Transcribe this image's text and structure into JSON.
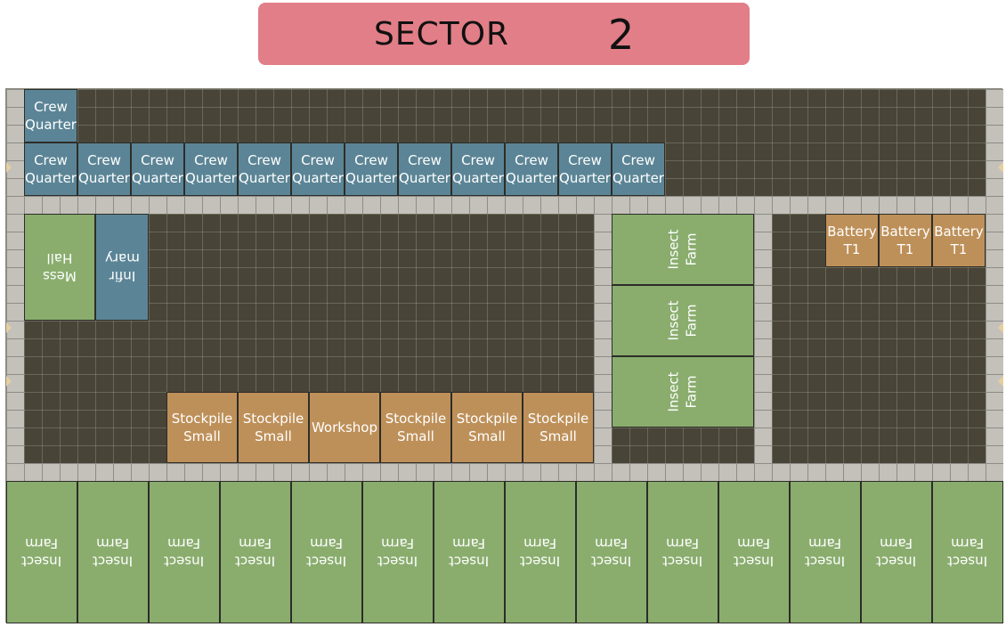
{
  "header": {
    "label": "SECTOR",
    "number": "2"
  },
  "colors": {
    "header_bg": "#e27e87",
    "crew": "#5b8596",
    "green": "#8aad6e",
    "tan": "#be9059",
    "floor": "#484438",
    "corridor": "#c3c1ba"
  },
  "rooms": {
    "crew_quarter_top": "Crew\nQuarter",
    "crew_row": [
      "Crew\nQuarter",
      "Crew\nQuarter",
      "Crew\nQuarter",
      "Crew\nQuarter",
      "Crew\nQuarter",
      "Crew\nQuarter",
      "Crew\nQuarter",
      "Crew\nQuarter",
      "Crew\nQuarter",
      "Crew\nQuarter",
      "Crew\nQuarter",
      "Crew\nQuarter"
    ],
    "mess_hall": "Mess\nHall",
    "infirmary": "Infir\nmary",
    "insect_farm_stack": [
      "Insect\nFarm",
      "Insect\nFarm",
      "Insect\nFarm"
    ],
    "batteries": [
      "Battery\nT1",
      "Battery\nT1",
      "Battery\nT1"
    ],
    "storage_row": [
      "Stockpile\nSmall",
      "Stockpile\nSmall",
      "Workshop",
      "Stockpile\nSmall",
      "Stockpile\nSmall",
      "Stockpile\nSmall"
    ],
    "bottom_farms": [
      "Insect\nFarm",
      "Insect\nFarm",
      "Insect\nFarm",
      "Insect\nFarm",
      "Insect\nFarm",
      "Insect\nFarm",
      "Insect\nFarm",
      "Insect\nFarm",
      "Insect\nFarm",
      "Insect\nFarm",
      "Insect\nFarm",
      "Insect\nFarm",
      "Insect\nFarm",
      "Insect\nFarm"
    ]
  }
}
